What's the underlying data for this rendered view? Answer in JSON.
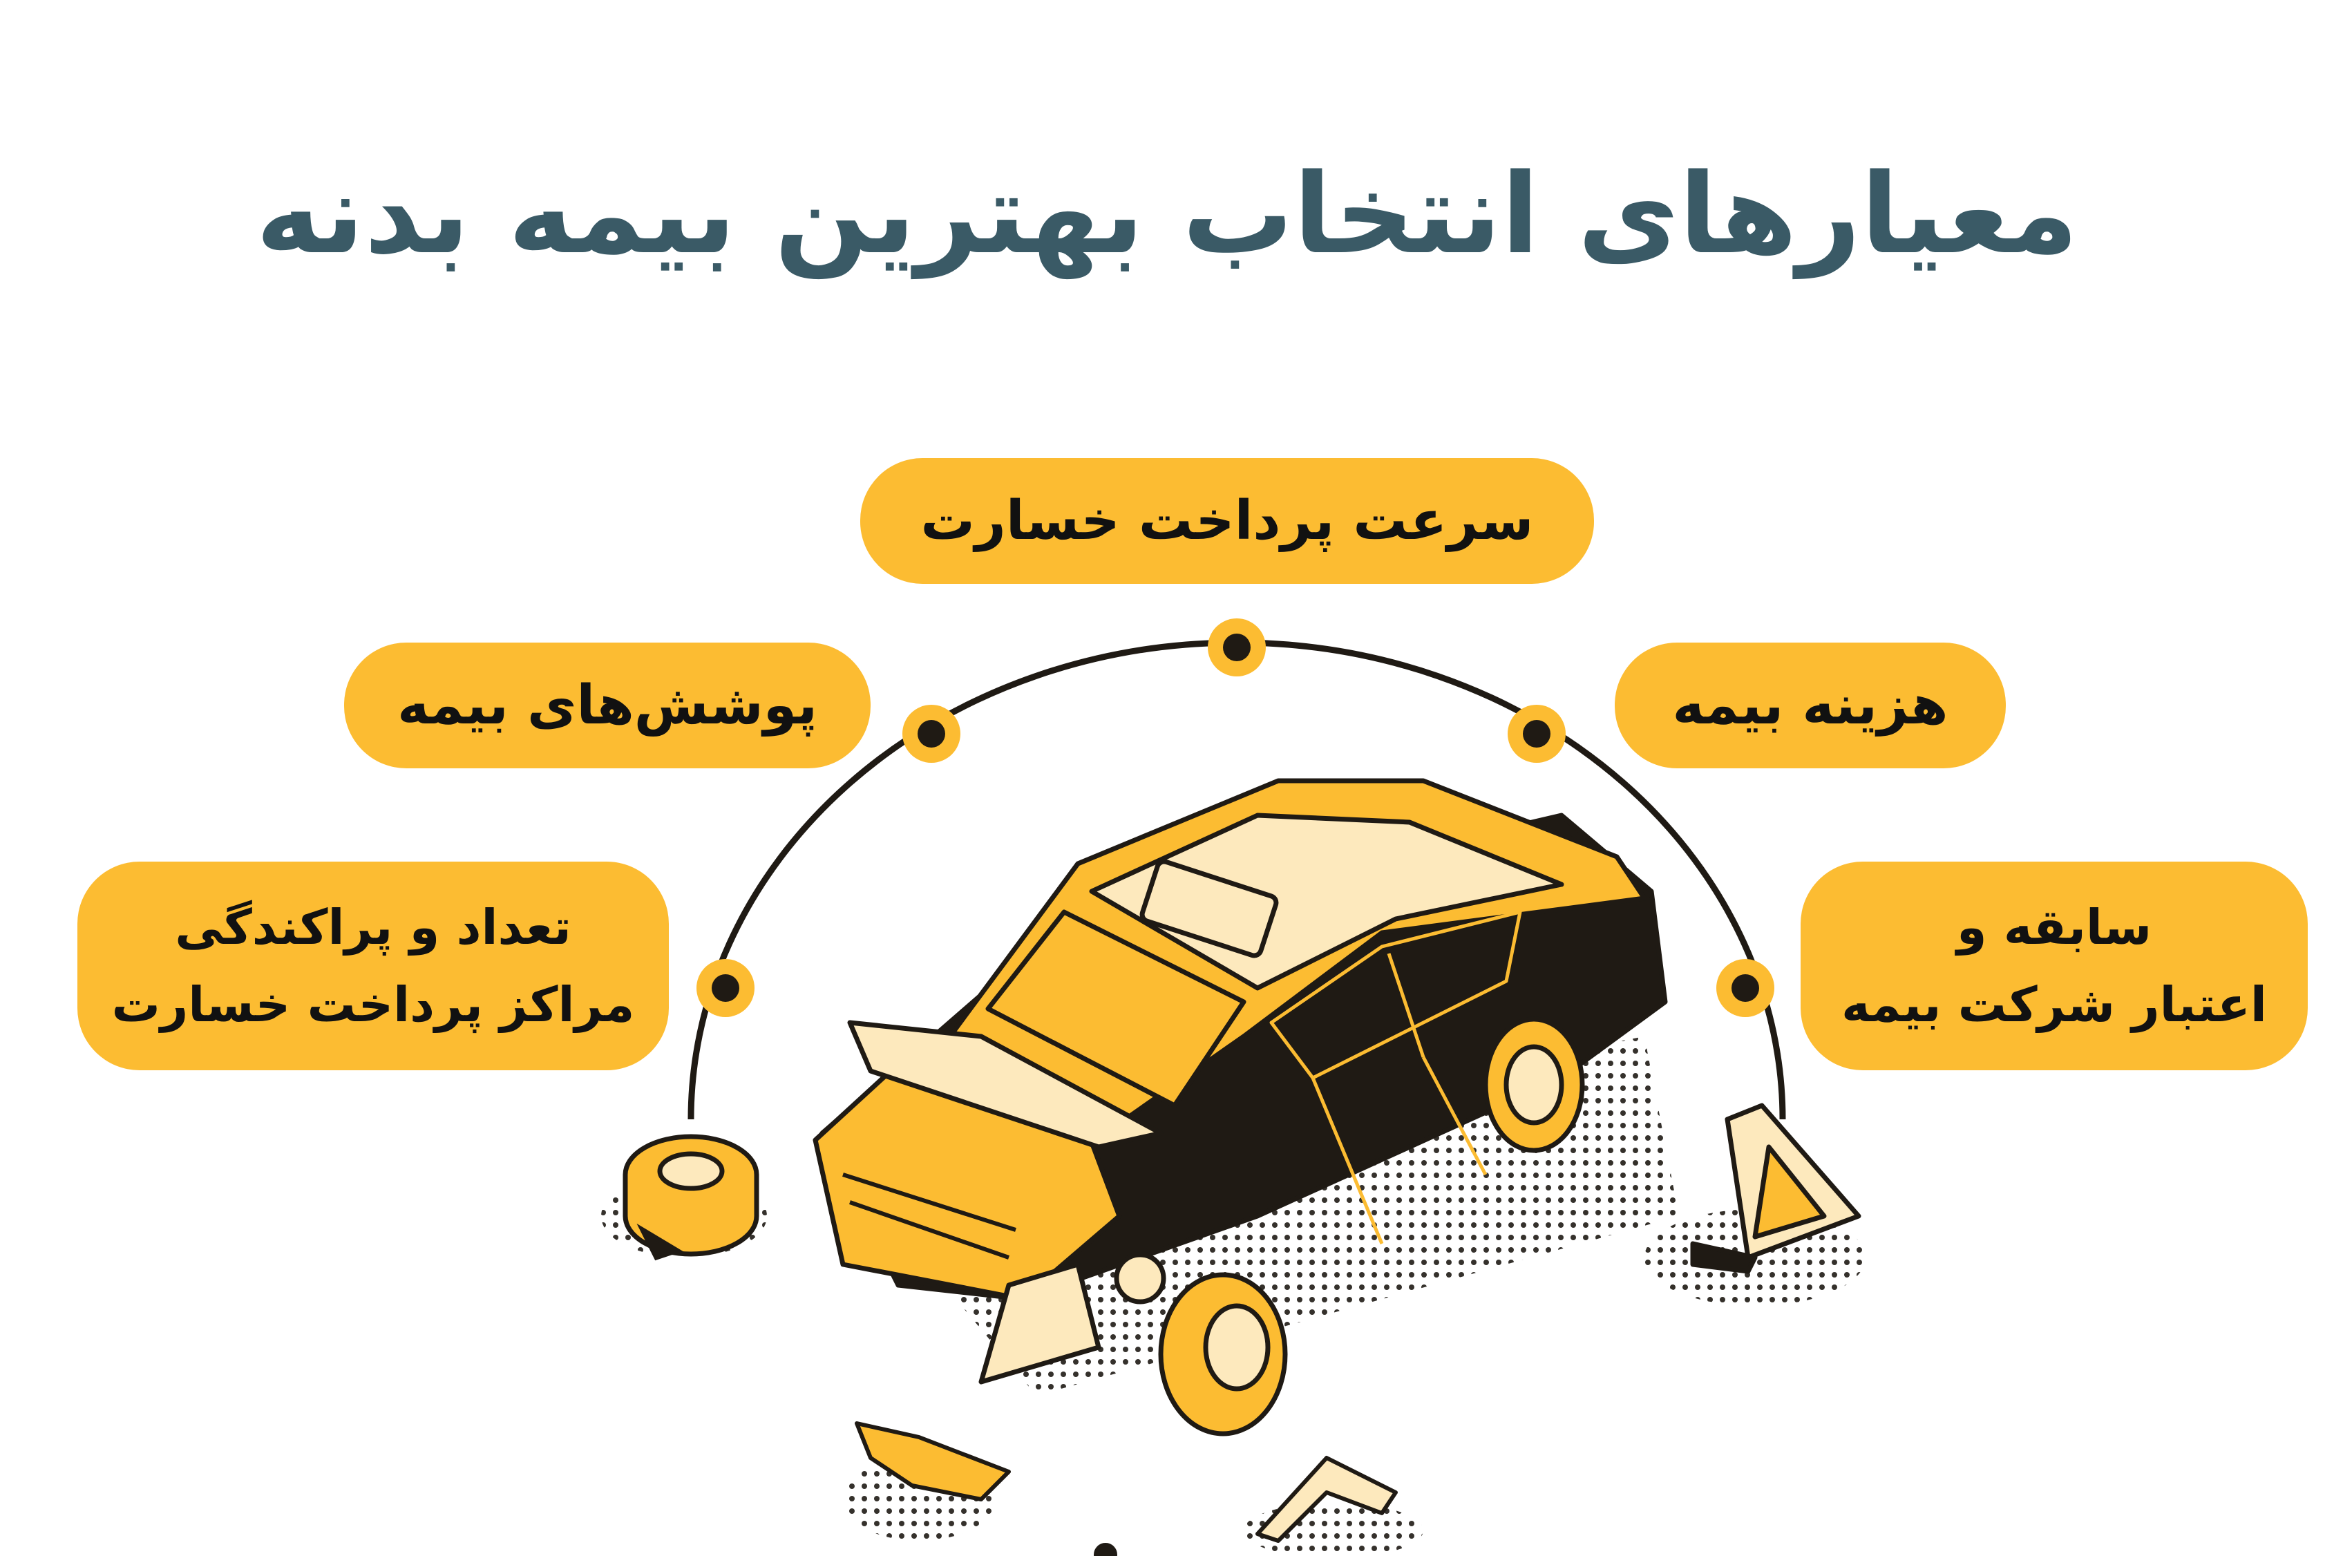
{
  "title": "معیارهای انتخاب بهترین بیمه بدنه",
  "criteria": {
    "payment_speed": "سرعت پرداخت خسارت",
    "coverages": "پوشش‌های بیمه",
    "cost": "هزینه بیمه",
    "centers_line1": "تعداد و پراکندگی",
    "centers_line2": "مراکز پرداخت خسارت",
    "history_line1": "سابقه و",
    "history_line2": "اعتبار شرکت بیمه"
  },
  "colors": {
    "accent": "#fcbc32",
    "title": "#3a5a66",
    "dark": "#1f1a14",
    "cream": "#fde9bd"
  },
  "illustration": "broken-down-car-isometric"
}
